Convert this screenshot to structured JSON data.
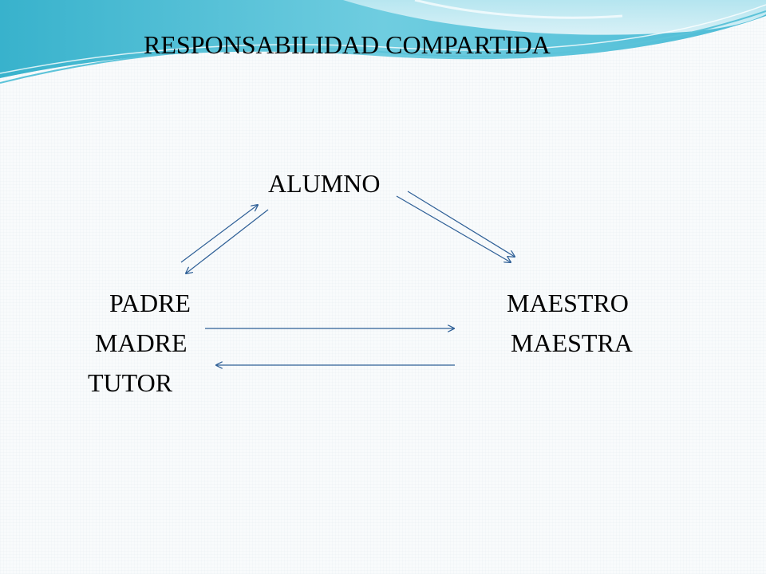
{
  "slide": {
    "title": "RESPONSABILIDAD COMPARTIDA",
    "nodes": {
      "student": "ALUMNO",
      "parent_father": "PADRE",
      "parent_mother": "MADRE",
      "guardian": "TUTOR",
      "teacher_male": "MAESTRO",
      "teacher_female": "MAESTRA"
    }
  },
  "colors": {
    "arrow": "#2e5f96",
    "wave_dark": "#3fb4cf",
    "wave_light": "#a6e1ee",
    "text": "#000000"
  }
}
